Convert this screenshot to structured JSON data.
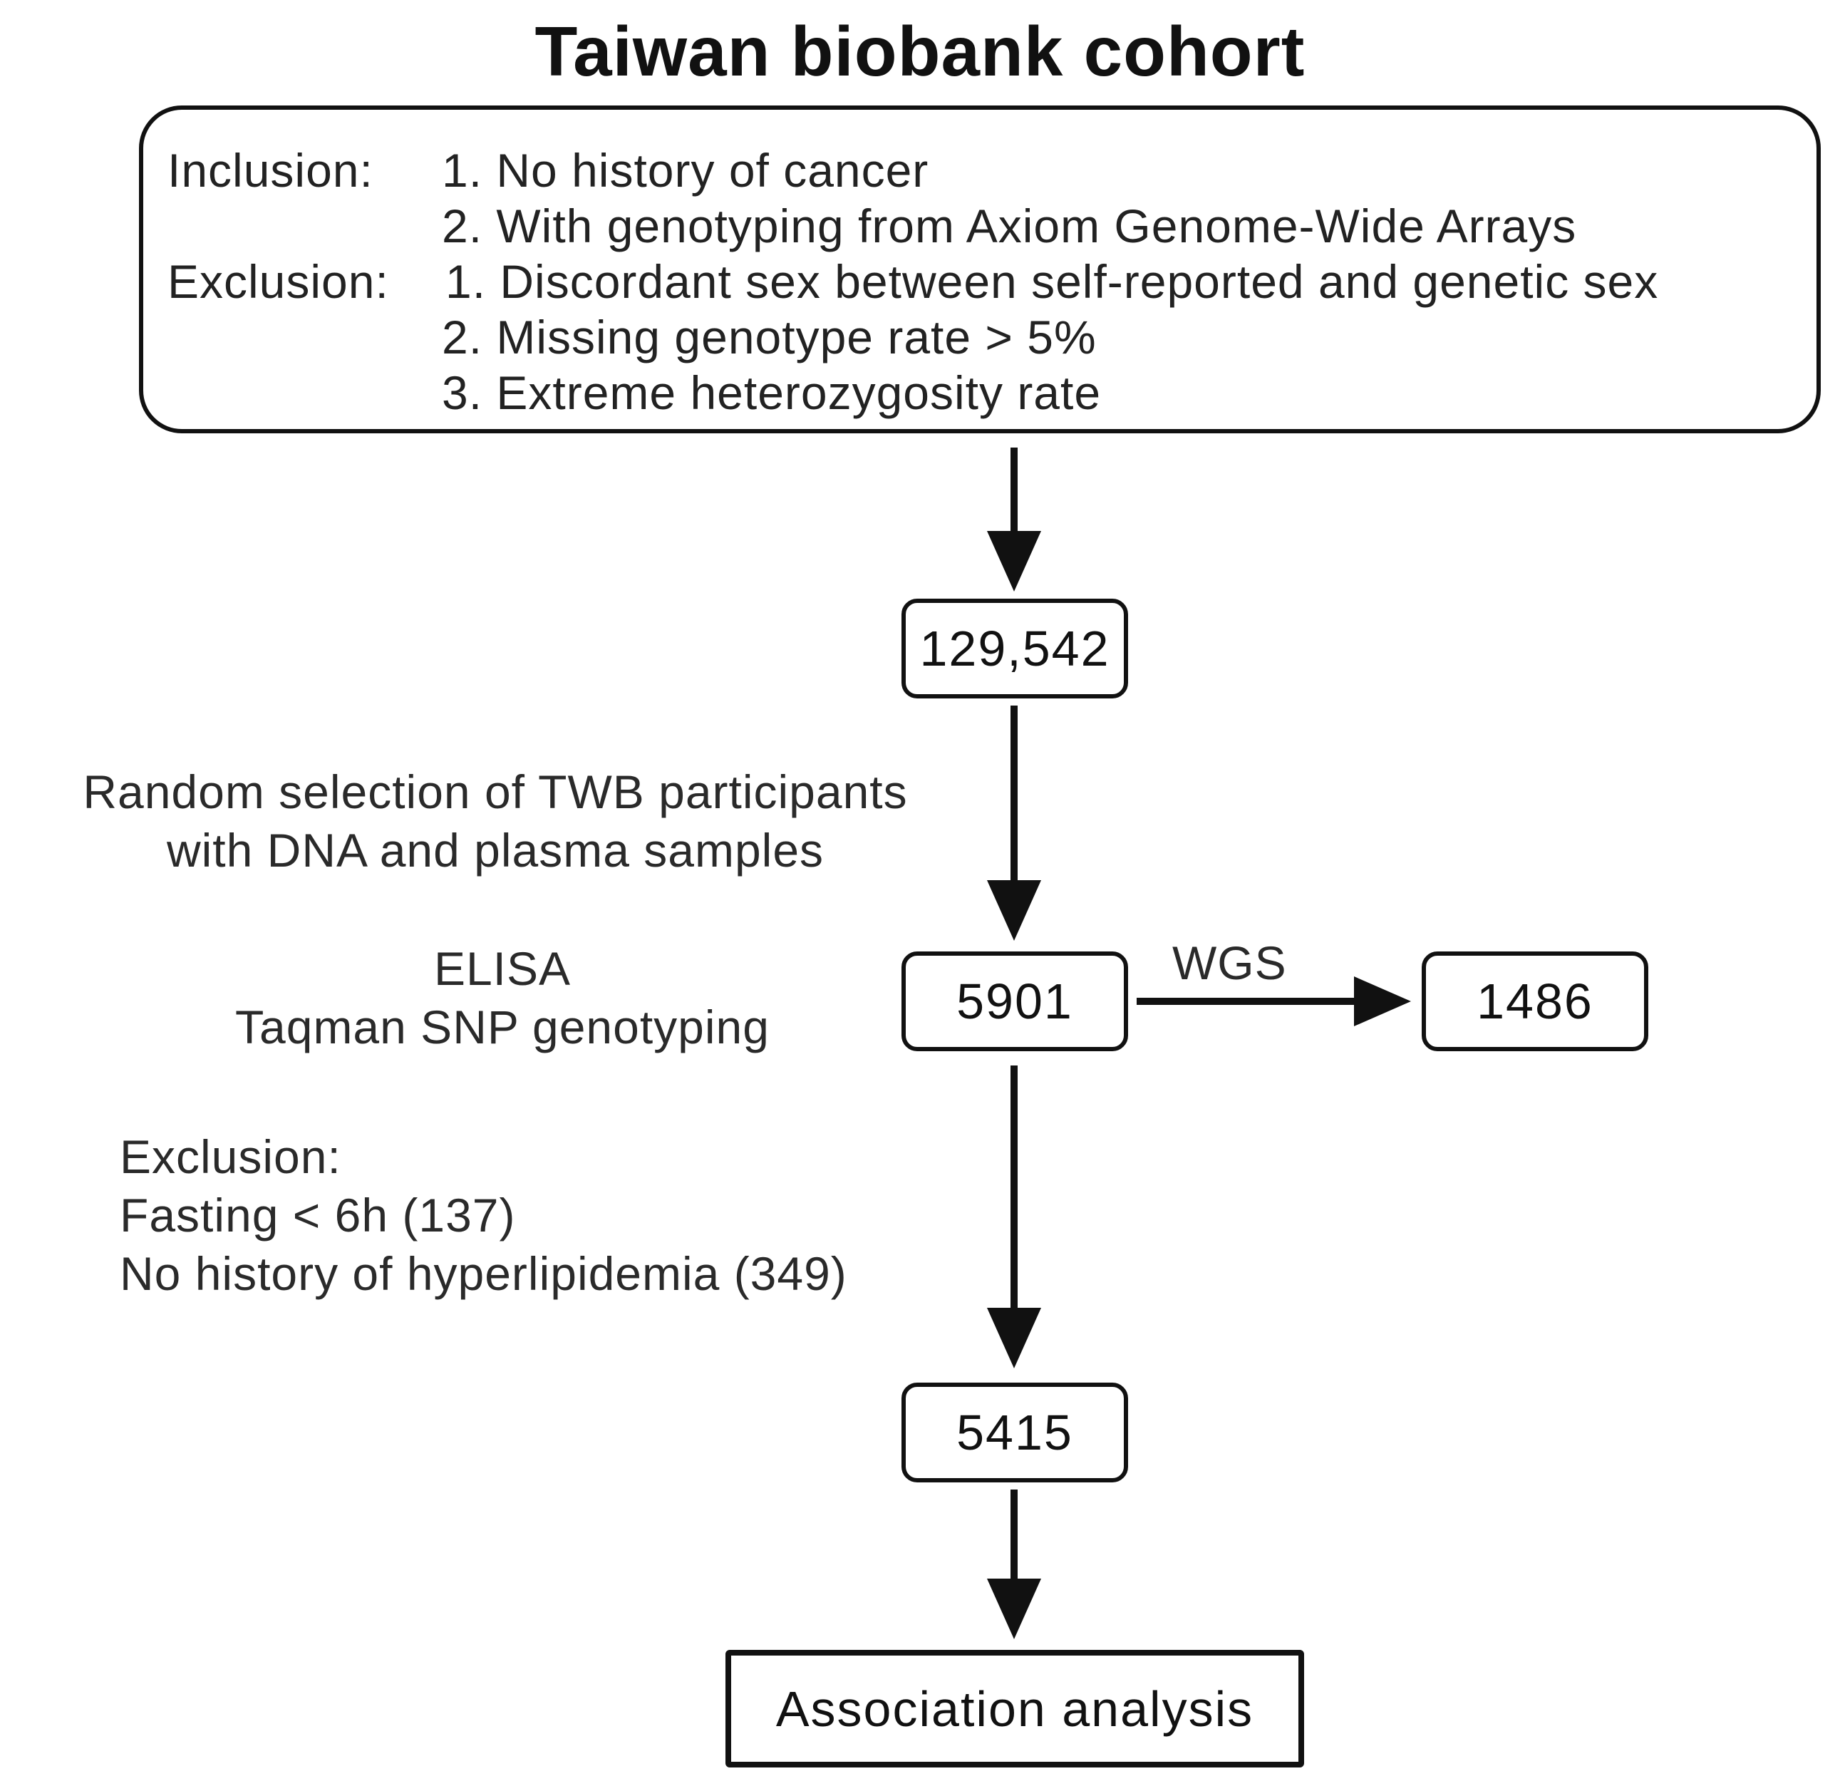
{
  "title": "Taiwan biobank cohort",
  "criteria": {
    "inclusion_label": "Inclusion:",
    "inclusion_items": [
      "1. No history of cancer",
      "2. With genotyping from Axiom Genome-Wide Arrays"
    ],
    "exclusion_label": "Exclusion:",
    "exclusion_items": [
      "1. Discordant sex between self-reported and genetic sex",
      "2. Missing genotype rate > 5%",
      "3. Extreme heterozygosity rate"
    ]
  },
  "nodes": {
    "cohort": "129,542",
    "selected": "5901",
    "wgs": "1486",
    "final": "5415",
    "analysis": "Association analysis"
  },
  "labels": {
    "random_selection": [
      "Random selection of TWB participants",
      "with DNA and plasma samples"
    ],
    "assays": [
      "ELISA",
      "Taqman SNP genotyping"
    ],
    "wgs": "WGS",
    "exclusion2": [
      "Exclusion:",
      "Fasting < 6h (137)",
      "No history of hyperlipidemia (349)"
    ]
  }
}
